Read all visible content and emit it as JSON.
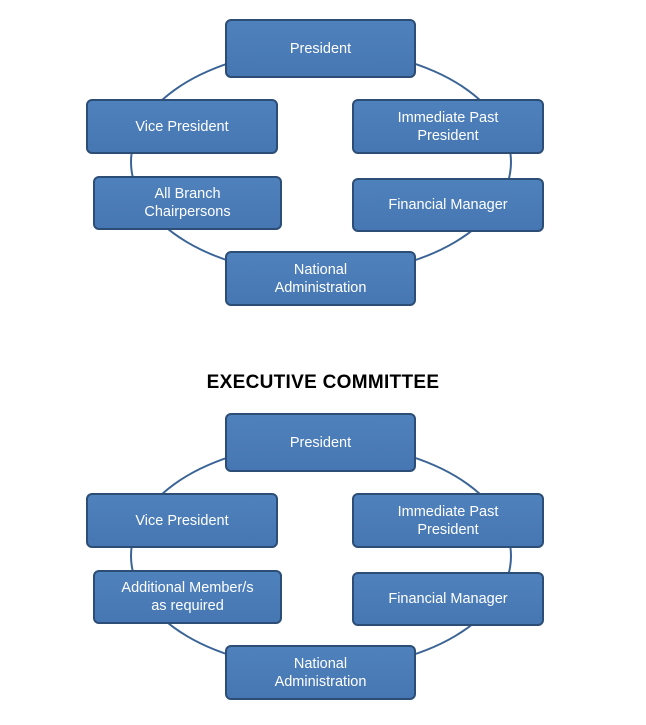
{
  "diagrams": [
    {
      "nodes": {
        "president": "President",
        "vice_president": "Vice President",
        "immediate_past_president": "Immediate Past\nPresident",
        "branch_chairpersons": "All Branch\nChairpersons",
        "financial_manager": "Financial Manager",
        "national_administration": "National\nAdministration"
      }
    },
    {
      "title": "EXECUTIVE COMMITTEE",
      "nodes": {
        "president": "President",
        "vice_president": "Vice President",
        "immediate_past_president": "Immediate Past\nPresident",
        "additional_members": "Additional Member/s\nas required",
        "financial_manager": "Financial Manager",
        "national_administration": "National\nAdministration"
      }
    }
  ],
  "colors": {
    "node_fill": "#4f81bd",
    "node_border": "#2c4d75",
    "ring": "#3b6496",
    "node_text": "#ffffff"
  }
}
